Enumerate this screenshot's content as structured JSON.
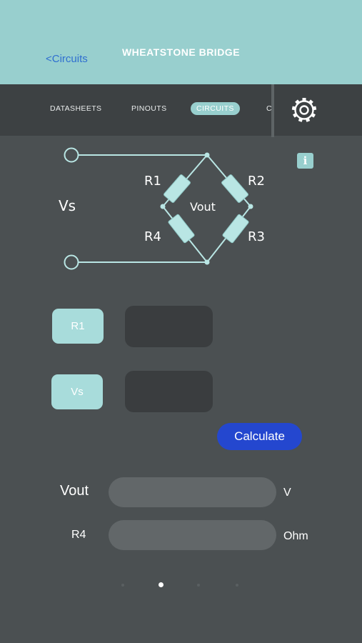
{
  "header": {
    "back_label": "<Circuits",
    "title": "WHEATSTONE BRIDGE"
  },
  "tabs": [
    {
      "label": "DATASHEETS",
      "active": false
    },
    {
      "label": "PINOUTS",
      "active": false
    },
    {
      "label": "CIRCUITS",
      "active": true
    },
    {
      "label": "C",
      "active": false
    }
  ],
  "diagram": {
    "source_label": "Vs",
    "output_label": "Vout",
    "resistors": [
      "R1",
      "R2",
      "R3",
      "R4"
    ]
  },
  "inputs": [
    {
      "button_label": "R1",
      "value": ""
    },
    {
      "button_label": "Vs",
      "value": ""
    }
  ],
  "calculate_label": "Calculate",
  "outputs": [
    {
      "label": "Vout",
      "value": "",
      "unit": "V"
    },
    {
      "label": "R4",
      "value": "",
      "unit": "Ohm"
    }
  ],
  "pager": {
    "count": 4,
    "active_index": 1
  },
  "icons": {
    "settings": "gear-icon",
    "info": "info-icon"
  },
  "colors": {
    "accent": "#98cfce",
    "background": "#4b5052",
    "tabbar": "#3d4143",
    "primary_button": "#2447cf",
    "link": "#2f6fd0"
  }
}
